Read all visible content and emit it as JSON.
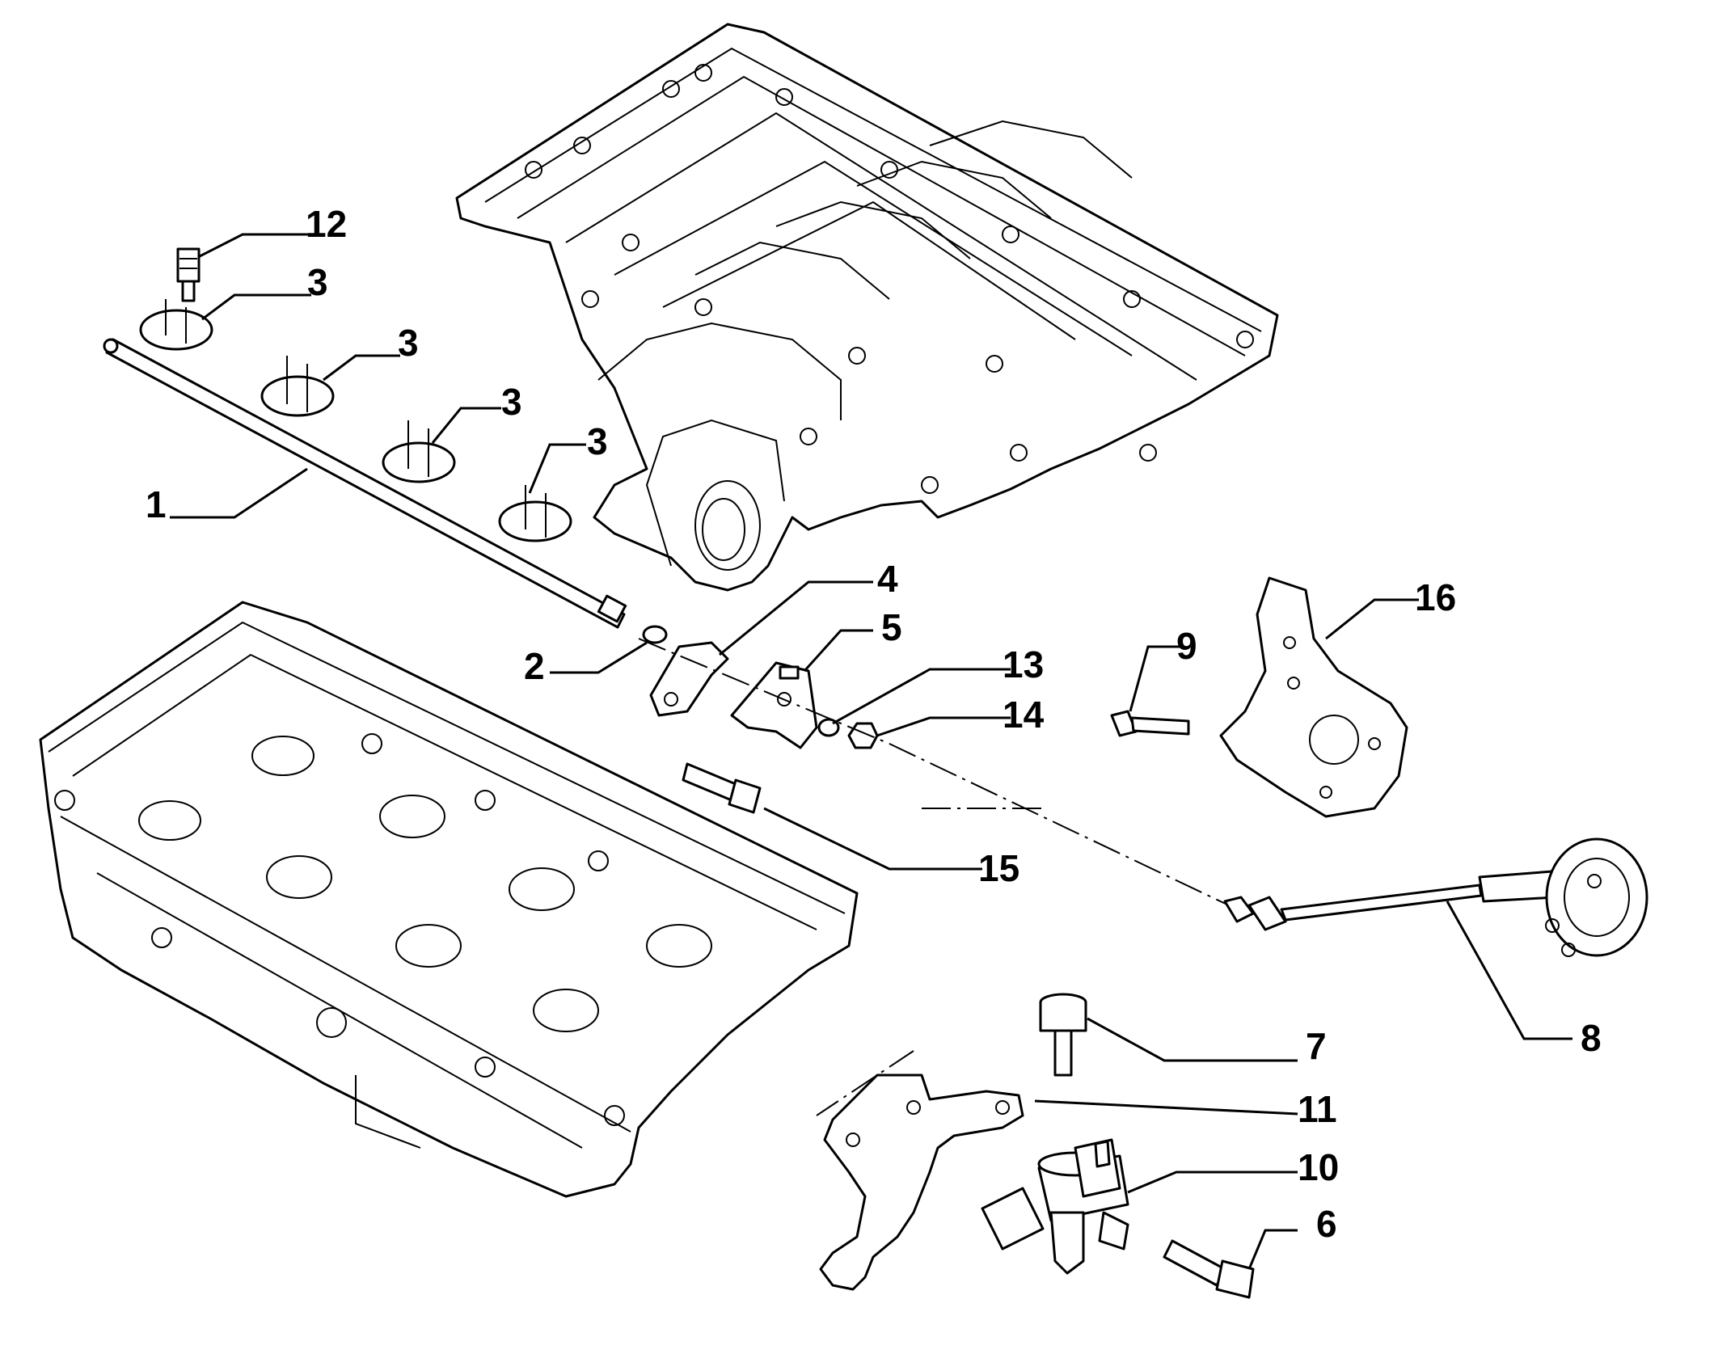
{
  "callouts": {
    "c1": "1",
    "c2": "2",
    "c3a": "3",
    "c3b": "3",
    "c3c": "3",
    "c3d": "3",
    "c4": "4",
    "c5": "5",
    "c6": "6",
    "c7": "7",
    "c8": "8",
    "c9": "9",
    "c10": "10",
    "c11": "11",
    "c12": "12",
    "c13": "13",
    "c14": "14",
    "c15": "15",
    "c16": "16"
  }
}
